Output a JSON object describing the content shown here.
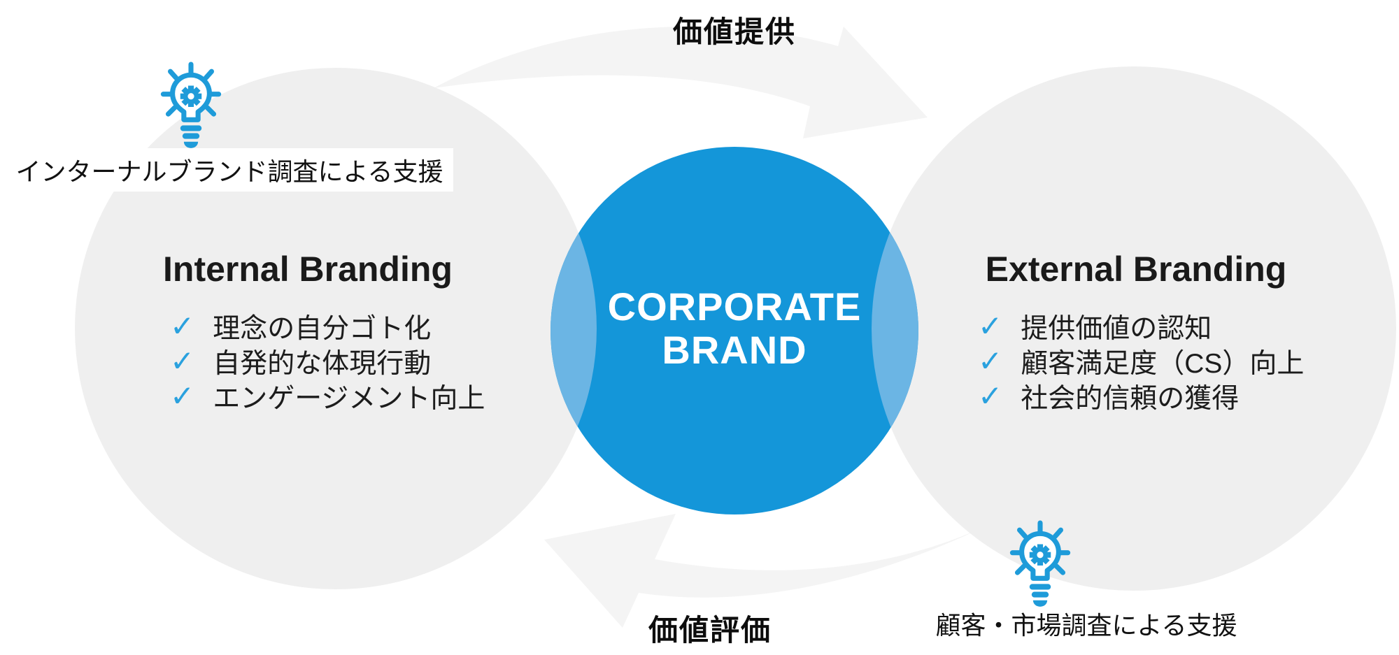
{
  "diagram": {
    "flows": {
      "top_label": "価値提供",
      "bottom_label": "価値評価"
    },
    "center_circle": {
      "line1": "CORPORATE",
      "line2": "BRAND"
    },
    "internal": {
      "title": "Internal Branding",
      "items": [
        "理念の自分ゴト化",
        "自発的な体現行動",
        "エンゲージメント向上"
      ],
      "support_label": "インターナルブランド調査による支援"
    },
    "external": {
      "title": "External Branding",
      "items": [
        "提供価値の認知",
        "顧客満足度（CS）向上",
        "社会的信頼の獲得"
      ],
      "support_label": "顧客・市場調査による支援"
    },
    "check_glyph": "✓",
    "icons": {
      "left": "lightbulb-gear-icon",
      "right": "lightbulb-gear-icon"
    },
    "colors": {
      "brand_blue": "#1496d9",
      "overlap_blue": "#6bb5e4",
      "circle_gray": "#efefef",
      "arrow_gray": "#f4f4f4",
      "icon_blue": "#1e9bd9",
      "check_blue": "#2aa1de",
      "text_black": "#111111",
      "center_text_white": "#ffffff",
      "label_bg_white": "#ffffff"
    }
  }
}
